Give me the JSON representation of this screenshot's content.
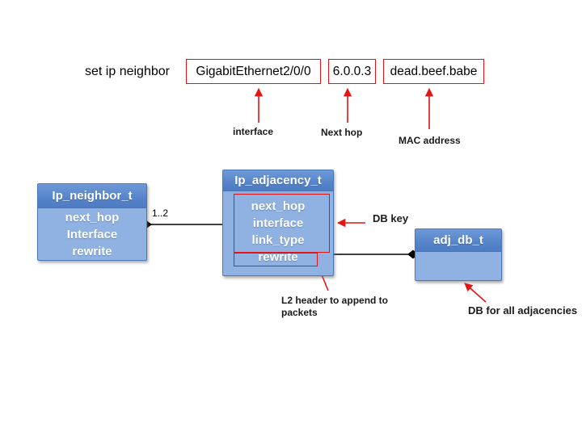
{
  "command": {
    "prefix": "set ip neighbor",
    "args": [
      {
        "value": "GigabitEthernet2/0/0",
        "label": "interface"
      },
      {
        "value": "6.0.0.3",
        "label": "Next hop"
      },
      {
        "value": "dead.beef.babe",
        "label": "MAC address"
      }
    ]
  },
  "classes": {
    "ip_neighbor": {
      "title": "Ip_neighbor_t",
      "fields": [
        "next_hop",
        "Interface",
        "rewrite"
      ]
    },
    "ip_adjacency": {
      "title": "Ip_adjacency_t",
      "fields": [
        "next_hop",
        "interface",
        "link_type",
        "rewrite"
      ]
    },
    "adj_db": {
      "title": "adj_db_t",
      "fields": []
    }
  },
  "relations": {
    "neighbor_to_adjacency": {
      "multiplicity": "1..2"
    }
  },
  "annotations": {
    "db_key": "DB key",
    "l2_header": {
      "line1": "L2 header to append to",
      "line2": "packets"
    },
    "db_for_all": "DB for all adjacencies"
  },
  "colors": {
    "accent_red": "#e51313",
    "box_header_blue": "#5483c9",
    "box_body_blue": "#8fb2e3",
    "box_border_blue": "#4a77b4"
  }
}
